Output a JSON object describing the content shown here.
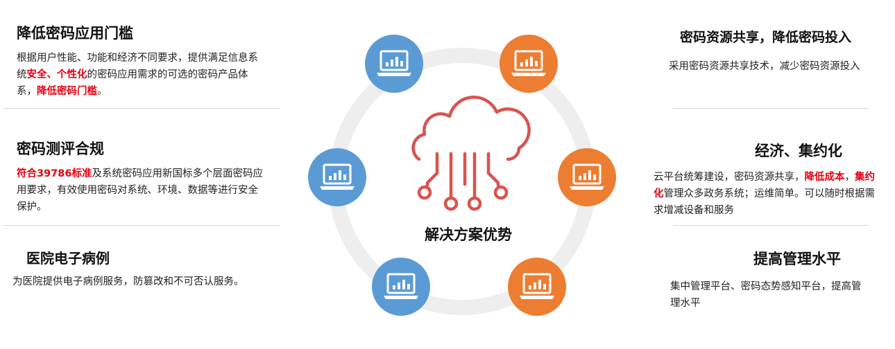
{
  "center": {
    "label": "解决方案优势"
  },
  "colors": {
    "blue": "#5b9bd5",
    "orange": "#ed7d31",
    "cloud": "#d9534f",
    "ring": "#eeeeee",
    "highlight": "#e60012"
  },
  "left": [
    {
      "title": "降低密码应用门槛",
      "desc": [
        {
          "t": "根据用户性能、功能和经济不同要求，提供满足信息系统",
          "h": false
        },
        {
          "t": "安全、个性化",
          "h": true
        },
        {
          "t": "的密码应用需求的可选的密码产品体系，",
          "h": false
        },
        {
          "t": "降低密码门槛",
          "h": true
        },
        {
          "t": "。",
          "h": false
        }
      ]
    },
    {
      "title": "密码测评合规",
      "desc": [
        {
          "t": "符合39786标准",
          "h": true
        },
        {
          "t": "及系统密码应用新国标多个层面密码应用要求，有效使用密码对系统、环境、数据等进行安全保护。",
          "h": false
        }
      ]
    },
    {
      "title": "医院电子病例",
      "desc": [
        {
          "t": "为医院提供电子病例服务，防篡改和不可否认服务。",
          "h": false
        }
      ]
    }
  ],
  "right": [
    {
      "title": "密码资源共享，降低密码投入",
      "desc": [
        {
          "t": "采用密码资源共享技术，减少密码资源投入",
          "h": false
        }
      ]
    },
    {
      "title": "经济、集约化",
      "desc": [
        {
          "t": "云平台统筹建设，密码资源共享，",
          "h": false
        },
        {
          "t": "降低成本",
          "h": true
        },
        {
          "t": "，",
          "h": false
        },
        {
          "t": "集约化",
          "h": true
        },
        {
          "t": "管理众多政务系统；运维简单。可以随时根据需求增减设备和服务",
          "h": false
        }
      ]
    },
    {
      "title": "提高管理水平",
      "desc": [
        {
          "t": "集中管理平台、密码态势感知平台，提高管理水平",
          "h": false
        }
      ]
    }
  ],
  "icons": [
    {
      "name": "laptop-chart-icon-blue-top",
      "color": "blue"
    },
    {
      "name": "laptop-chart-icon-orange-top",
      "color": "orange"
    },
    {
      "name": "laptop-chart-icon-blue-middle",
      "color": "blue"
    },
    {
      "name": "laptop-chart-icon-orange-middle",
      "color": "orange"
    },
    {
      "name": "laptop-chart-icon-blue-bottom",
      "color": "blue"
    },
    {
      "name": "laptop-chart-icon-orange-bottom",
      "color": "orange"
    }
  ]
}
